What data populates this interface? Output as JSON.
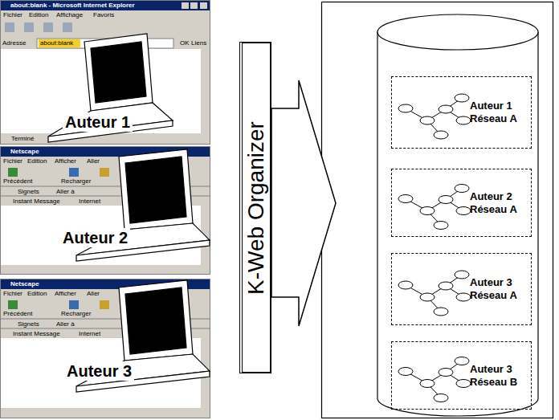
{
  "diagram": {
    "nodes": [
      {
        "text": [
          "K-Web Organizer"
        ]
      },
      {
        "text": [
          "Auteur 1 Réseau A"
        ]
      },
      {
        "text": [
          "Auteur 2 Réseau A"
        ]
      },
      {
        "text": [
          "Auteur 3 Réseau A"
        ]
      },
      {
        "text": [
          "Auteur 3 Réseau B"
        ]
      }
    ],
    "labels": [
      "about:blank - Microsoft Internet Explorer",
      "Fichier",
      "Edition",
      "Affichage",
      "Favoris",
      "Adresse",
      "about:blank",
      "OK",
      "Liens",
      "Terminé",
      "Auteur 1",
      "Netscape",
      "Fichier",
      "Edition",
      "Afficher",
      "Aller",
      "Précédent",
      "Recharger",
      "Signets",
      "Aller à",
      "Instant Message",
      "Internet",
      "Auteur 2",
      "Netscape",
      "Fichier",
      "Edition",
      "Afficher",
      "Aller",
      "Précédent",
      "Recharger",
      "Signets",
      "Aller à",
      "Instant Message",
      "Internet",
      "Auteur 3"
    ]
  }
}
